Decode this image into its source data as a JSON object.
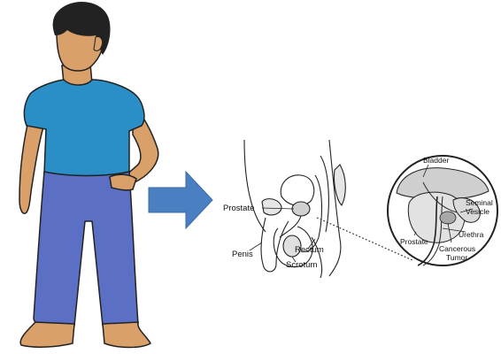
{
  "colors": {
    "shirt": "#2a8fc7",
    "shirt_shade": "#1f76a8",
    "pants": "#5b70c4",
    "pants_shade": "#4a5eb0",
    "skin": "#d9a06a",
    "skin_shade": "#c88a55",
    "hair": "#222222",
    "arrow": "#4a7fc1",
    "arrow_edge": "#3a6aa8",
    "line": "#222222",
    "tissue": "#bfbfbf"
  },
  "person": {
    "icon": "standing-man-illustration"
  },
  "arrow": {
    "icon": "right-arrow-icon"
  },
  "cross_section": {
    "labels": {
      "prostate": "Prostate",
      "penis": "Penis",
      "rectum": "Rectum",
      "scrotum": "Scrotum"
    }
  },
  "magnified_view": {
    "labels": {
      "bladder": "Bladder",
      "seminal_vesicle_line1": "Seminal",
      "seminal_vesicle_line2": "Vesicle",
      "urethra": "Urethra",
      "prostate": "Prostate",
      "tumor_line1": "Cancerous",
      "tumor_line2": "Tumor"
    }
  }
}
